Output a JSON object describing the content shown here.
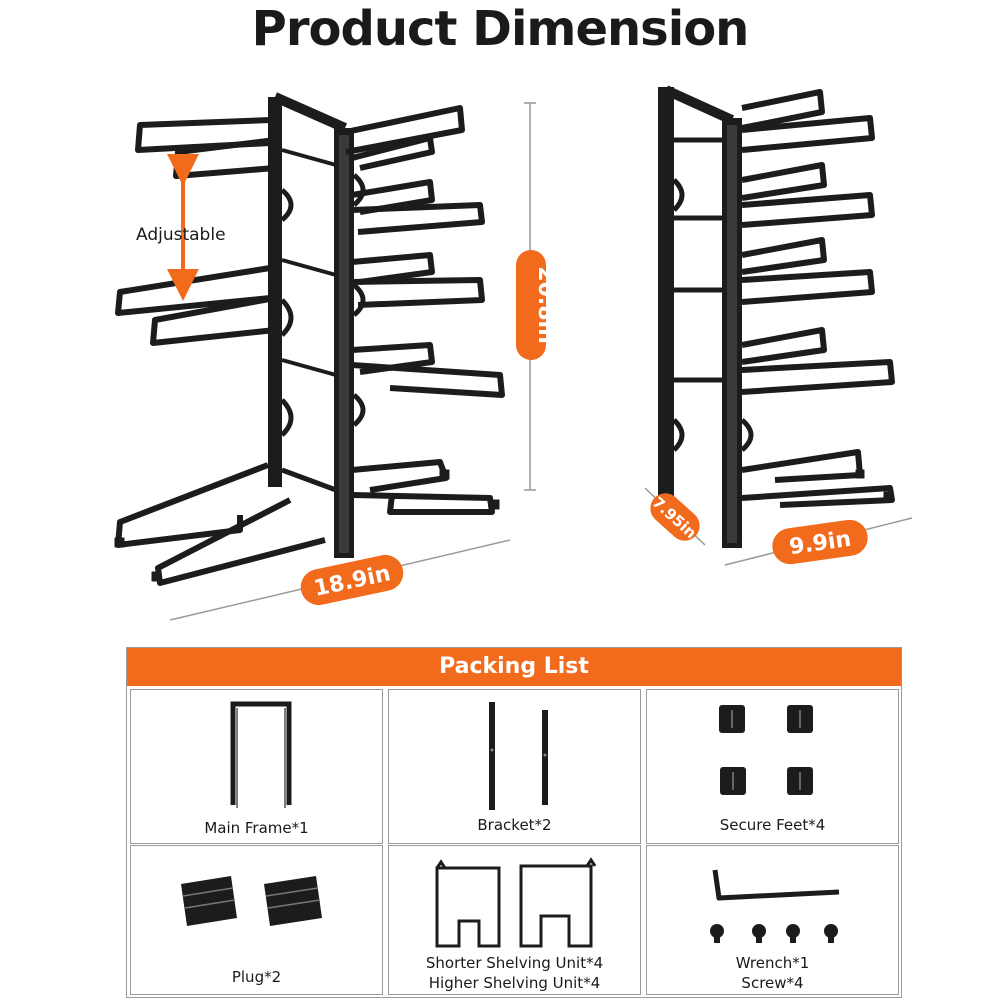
{
  "title": "Product Dimension",
  "dimensions": {
    "adjustable_label": "Adjustable",
    "height": "20.8in",
    "width": "18.9in",
    "depth": "7.95in",
    "unit_width": "9.9in"
  },
  "packing_list": {
    "header": "Packing List",
    "items": [
      {
        "label": "Main Frame*1",
        "icon": "main-frame-icon"
      },
      {
        "label": "Bracket*2",
        "icon": "bracket-icon"
      },
      {
        "label": "Secure Feet*4",
        "icon": "secure-feet-icon"
      },
      {
        "label": "Plug*2",
        "icon": "plug-icon"
      },
      {
        "label": "Shorter Shelving Unit*4",
        "label2": "Higher Shelving Unit*4",
        "icon": "shelving-unit-icon"
      },
      {
        "label": "Wrench*1",
        "label2": "Screw*4",
        "icon": "wrench-screw-icon"
      }
    ]
  },
  "colors": {
    "accent": "#f26b1d",
    "frame": "#1c1c1c",
    "border": "#9a9a9a"
  }
}
